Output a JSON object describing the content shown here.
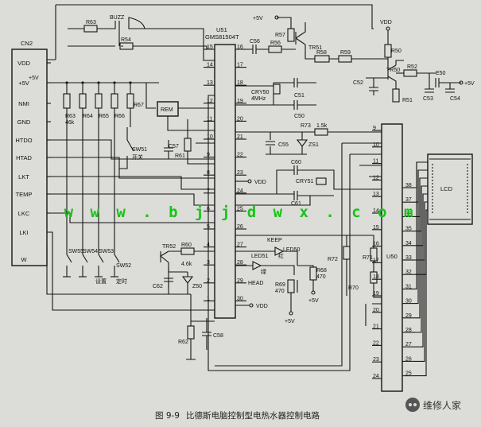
{
  "cn2": {
    "title": "CN2",
    "pins": [
      "VDD",
      "+5V",
      "NMI",
      "GND",
      "HTDO",
      "HTAD",
      "LKT",
      "TEMP",
      "LKC",
      "LKI",
      "W"
    ]
  },
  "u51": {
    "title": "U51",
    "part": "GMS81504T",
    "left_pins": [
      "15",
      "14",
      "13",
      "12",
      "11",
      "10",
      "9",
      "8",
      "7",
      "6",
      "5",
      "4",
      "3",
      "2",
      "1"
    ],
    "right_pins": [
      "16",
      "17",
      "18",
      "19",
      "20",
      "21",
      "22",
      "23",
      "24",
      "25",
      "26",
      "27",
      "28",
      "29",
      "30"
    ]
  },
  "u50": {
    "title": "U50",
    "left_pins": [
      "9",
      "10",
      "11",
      "12",
      "13",
      "14",
      "15",
      "16",
      "17",
      "18",
      "19",
      "20",
      "21",
      "22",
      "23",
      "24"
    ],
    "right_pins": [
      "38",
      "37",
      "36",
      "35",
      "34",
      "33",
      "32",
      "31",
      "30",
      "29",
      "28",
      "27",
      "26",
      "25"
    ]
  },
  "lcd": {
    "label": "LCD"
  },
  "components": {
    "r63": "R63",
    "r54": "R54",
    "buzz": "BUZZ",
    "r57": "R57",
    "r56": "R56",
    "c56": "C56",
    "tr51": "TR51",
    "r58": "R58",
    "r59": "R59",
    "vdd_top": "VDD",
    "r50": "R50",
    "tr50": "TR50",
    "r52": "R52",
    "e50": "E50",
    "vcc_right": "+5V",
    "c52": "C52",
    "r51": "R51",
    "c53": "C53",
    "c54": "C54",
    "cry50": "CRY50",
    "cry50_freq": "4MHz",
    "c51": "C51",
    "c50": "C50",
    "r73": "R73",
    "r73_val": "1.5k",
    "c55": "C55",
    "zs1": "ZS1",
    "vdd_23": "VDD",
    "c60": "C60",
    "cry51": "CRY51",
    "c61": "C61",
    "r63b_val": "46k",
    "r64": "R64",
    "r65": "R65",
    "r66": "R66",
    "r67": "R67",
    "rem": "REM",
    "c57": "C57",
    "r61": "R61",
    "sw51": "SW51",
    "sw51_desc": "开关",
    "sw55": "SW55",
    "sw54": "SW54",
    "sw53": "SW53",
    "sw52": "SW52",
    "sw_set": "设置",
    "sw_timer": "定时",
    "tr52": "TR52",
    "r60": "R60",
    "r60_val": "4.6k",
    "c62": "C62",
    "z50": "Z50",
    "keep": "KEEP",
    "led50": "LED50",
    "led51": "LED51",
    "head": "HEAD",
    "led51_color": "绿",
    "led50_color": "红",
    "r68": "R68",
    "r68_val": "470",
    "r69": "R69",
    "r69_val": "470",
    "vcc_r69": "+5V",
    "vcc_r68": "+5V",
    "vdd_30": "VDD",
    "r62": "R62",
    "c58": "C58",
    "r72": "R72",
    "r71": "R71",
    "r70": "R70",
    "vcc_left": "+5V",
    "vcc_top": "+5V"
  },
  "watermark": "w w w . b j j d w x . c o m",
  "caption": {
    "figure": "图 9-9",
    "title": "比德斯电脑控制型电热水器控制电路"
  },
  "brand": "维修人家"
}
